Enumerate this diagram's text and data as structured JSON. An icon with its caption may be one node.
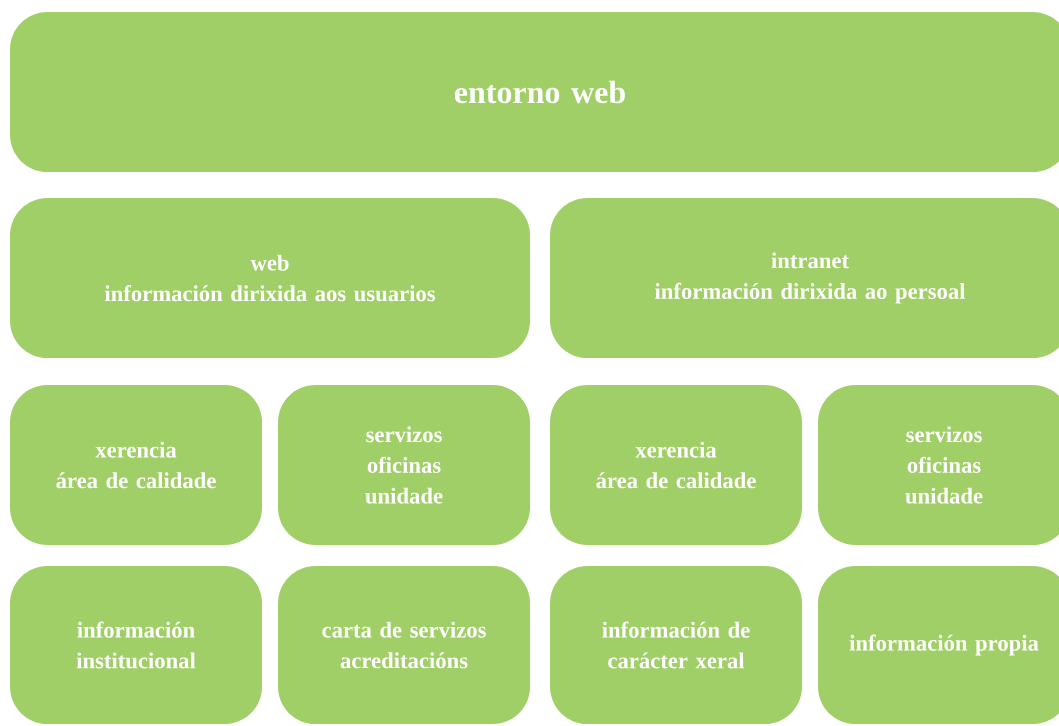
{
  "diagram": {
    "nodes": [
      {
        "text": [
          "entorno web"
        ]
      },
      {
        "text": [
          "web",
          "información dirixida aos usuarios"
        ]
      },
      {
        "text": [
          "intranet",
          "información dirixida ao persoal"
        ]
      },
      {
        "text": [
          "xerencia",
          "área de calidade"
        ]
      },
      {
        "text": [
          "servizos",
          "oficinas",
          "unidade"
        ]
      },
      {
        "text": [
          "xerencia",
          "área de calidade"
        ]
      },
      {
        "text": [
          "servizos",
          "oficinas",
          "unidade"
        ]
      },
      {
        "text": [
          "información institucional"
        ]
      },
      {
        "text": [
          "carta de servizos",
          "acreditacións"
        ]
      },
      {
        "text": [
          "información de carácter xeral"
        ]
      },
      {
        "text": [
          "información propia"
        ]
      }
    ]
  }
}
